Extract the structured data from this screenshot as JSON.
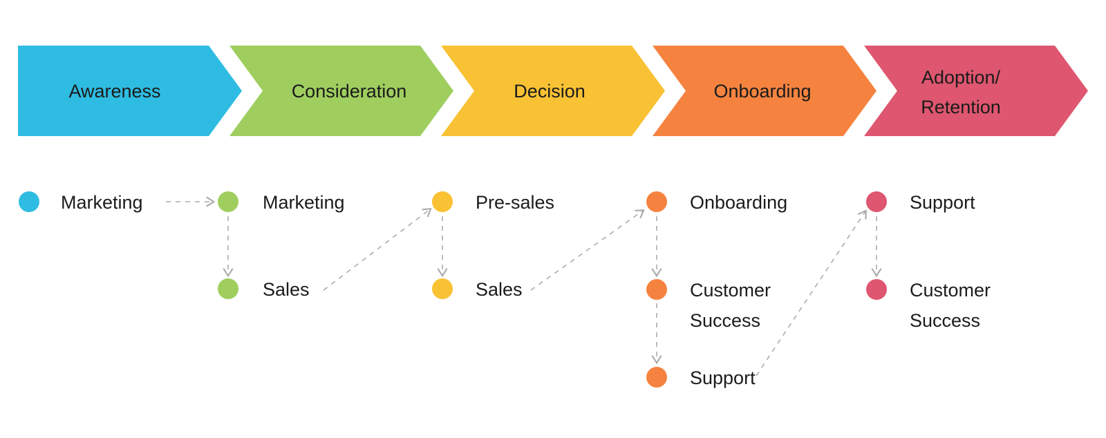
{
  "diagram": {
    "type": "customer-journey-funnel",
    "background": "#FFFFFF",
    "text_color": "#1B1B1B",
    "arrow_color": "#ABABAB",
    "stages": [
      {
        "label": "Awareness",
        "lines": [
          "Awareness"
        ],
        "color": "#2FBCE2",
        "teams": [
          {
            "label": "Marketing",
            "lines": [
              "Marketing"
            ]
          }
        ]
      },
      {
        "label": "Consideration",
        "lines": [
          "Consideration"
        ],
        "color": "#9FCE5F",
        "teams": [
          {
            "label": "Marketing",
            "lines": [
              "Marketing"
            ]
          },
          {
            "label": "Sales",
            "lines": [
              "Sales"
            ]
          }
        ]
      },
      {
        "label": "Decision",
        "lines": [
          "Decision"
        ],
        "color": "#F9C234",
        "teams": [
          {
            "label": "Pre-sales",
            "lines": [
              "Pre-sales"
            ]
          },
          {
            "label": "Sales",
            "lines": [
              "Sales"
            ]
          }
        ]
      },
      {
        "label": "Onboarding",
        "lines": [
          "Onboarding"
        ],
        "color": "#F5833F",
        "teams": [
          {
            "label": "Onboarding",
            "lines": [
              "Onboarding"
            ]
          },
          {
            "label": "Customer Success",
            "lines": [
              "Customer",
              "Success"
            ]
          },
          {
            "label": "Support",
            "lines": [
              "Support"
            ]
          }
        ]
      },
      {
        "label": "Adoption/Retention",
        "lines": [
          "Adoption/",
          "Retention"
        ],
        "color": "#DE566F",
        "teams": [
          {
            "label": "Support",
            "lines": [
              "Support"
            ]
          },
          {
            "label": "Customer Success",
            "lines": [
              "Customer",
              "Success"
            ]
          }
        ]
      }
    ],
    "connections": [
      {
        "from": "Awareness / Marketing",
        "to": "Consideration / Marketing"
      },
      {
        "from": "Consideration / Marketing",
        "to": "Consideration / Sales"
      },
      {
        "from": "Consideration / Sales",
        "to": "Decision / Pre-sales"
      },
      {
        "from": "Decision / Pre-sales",
        "to": "Decision / Sales"
      },
      {
        "from": "Decision / Sales",
        "to": "Onboarding / Onboarding"
      },
      {
        "from": "Onboarding / Onboarding",
        "to": "Onboarding / Customer Success"
      },
      {
        "from": "Onboarding / Customer Success",
        "to": "Onboarding / Support"
      },
      {
        "from": "Onboarding / Support",
        "to": "Adoption/Retention / Support"
      },
      {
        "from": "Adoption/Retention / Support",
        "to": "Adoption/Retention / Customer Success"
      }
    ]
  }
}
